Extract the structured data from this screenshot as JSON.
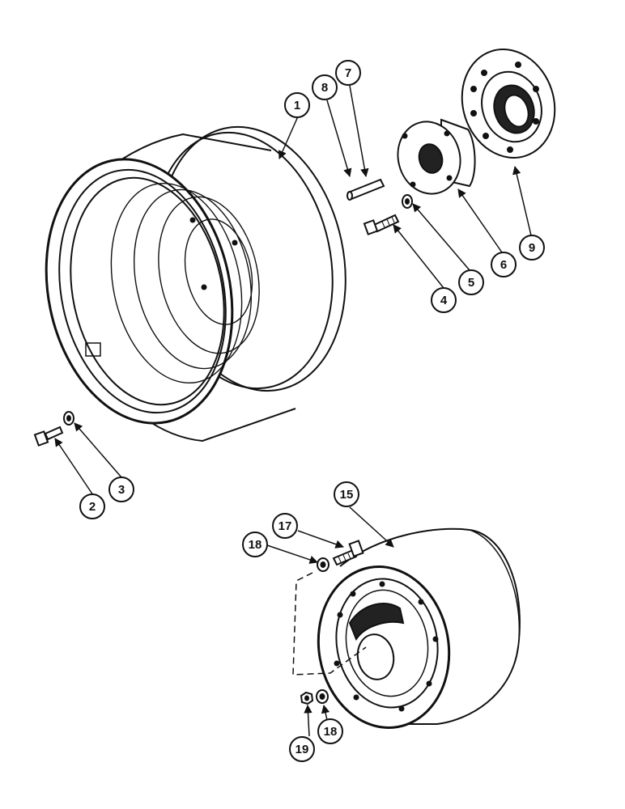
{
  "callouts": [
    {
      "id": "1",
      "label": "1"
    },
    {
      "id": "2",
      "label": "2"
    },
    {
      "id": "3",
      "label": "3"
    },
    {
      "id": "4",
      "label": "4"
    },
    {
      "id": "5",
      "label": "5"
    },
    {
      "id": "6",
      "label": "6"
    },
    {
      "id": "7",
      "label": "7"
    },
    {
      "id": "8",
      "label": "8"
    },
    {
      "id": "9",
      "label": "9"
    },
    {
      "id": "15",
      "label": "15"
    },
    {
      "id": "17",
      "label": "17"
    },
    {
      "id": "18a",
      "label": "18"
    },
    {
      "id": "18b",
      "label": "18"
    },
    {
      "id": "19",
      "label": "19"
    }
  ],
  "colors": {
    "ink": "#111111",
    "paper": "#ffffff",
    "shade": "#222222"
  }
}
